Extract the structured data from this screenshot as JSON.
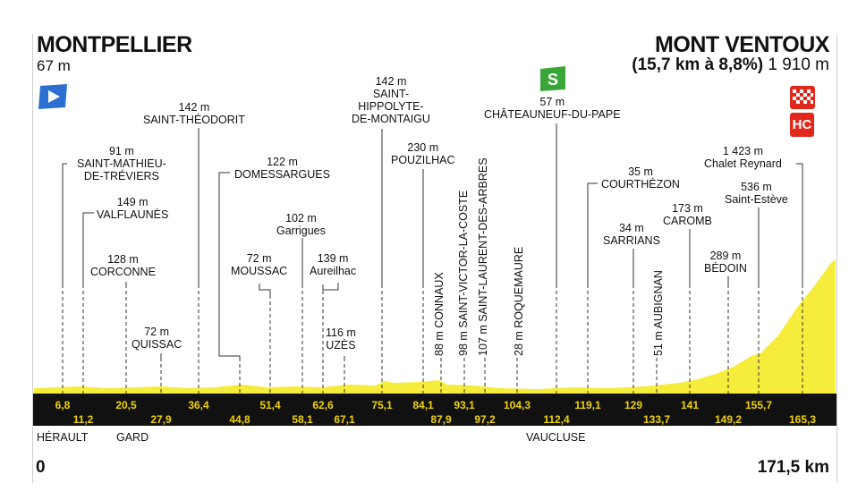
{
  "start": {
    "name": "MONTPELLIER",
    "altitude": "67 m"
  },
  "finish": {
    "name": "MONT VENTOUX",
    "climb": "(15,7 km à 8,8%)",
    "altitude": "1 910 m"
  },
  "sprint_label": "S",
  "hc_label": "HC",
  "distance_start": "0",
  "distance_end": "171,5 km",
  "regions": [
    "HÉRAULT",
    "GARD",
    "VAUCLUSE"
  ],
  "km_top": [
    "6,8",
    "20,5",
    "36,4",
    "51,4",
    "62,6",
    "75,1",
    "84,1",
    "93,1",
    "104,3",
    "119,1",
    "129",
    "141",
    "155,7"
  ],
  "km_bottom": [
    "11,2",
    "27,9",
    "44,8",
    "58,1",
    "67,1",
    "87,9",
    "97,2",
    "112,4",
    "133,7",
    "149,2",
    "165,3"
  ],
  "places": [
    {
      "alt": "91 m",
      "name": "SAINT-MATHIEU-",
      "name2": "DE-TRÉVIERS"
    },
    {
      "alt": "149 m",
      "name": "VALFLAUNÈS"
    },
    {
      "alt": "128 m",
      "name": "CORCONNE"
    },
    {
      "alt": "72 m",
      "name": "QUISSAC"
    },
    {
      "alt": "142 m",
      "name": "SAINT-THÉODORIT"
    },
    {
      "alt": "122 m",
      "name": "DOMESSARGUES"
    },
    {
      "alt": "72 m",
      "name": "MOUSSAC"
    },
    {
      "alt": "102 m",
      "name": "Garrigues"
    },
    {
      "alt": "139 m",
      "name": "Aureilhac"
    },
    {
      "alt": "116 m",
      "name": "UZÈS"
    },
    {
      "alt": "142 m",
      "name": "SAINT-",
      "name2": "HIPPOLYTE-",
      "name3": "DE-MONTAIGU"
    },
    {
      "alt": "230 m",
      "name": "POUZILHAC"
    },
    {
      "alt": "57 m",
      "name": "CHÂTEAUNEUF-DU-PAPE"
    },
    {
      "alt": "35 m",
      "name": "COURTHÉZON"
    },
    {
      "alt": "34 m",
      "name": "SARRIANS"
    },
    {
      "alt": "173 m",
      "name": "CAROMB"
    },
    {
      "alt": "289 m",
      "name": "BÉDOIN"
    },
    {
      "alt": "536 m",
      "name": "Saint-Estève"
    },
    {
      "alt": "1 423 m",
      "name": "Chalet Reynard"
    }
  ],
  "vertical_places": [
    "88 m CONNAUX",
    "98 m SAINT-VICTOR-LA-COSTE",
    "107 m SAINT-LAURENT-DES-ARBRES",
    "28 m ROQUEMAURE",
    "51 m AUBIGNAN"
  ],
  "colors": {
    "profile_fill": "#f6ec3b",
    "band": "#111111",
    "km_text": "#f2d400",
    "start_flag": "#2a6fd1",
    "sprint": "#3aa63a",
    "hc": "#e2281d"
  }
}
